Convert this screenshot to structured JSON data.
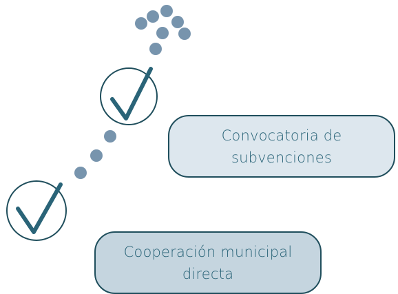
{
  "colors": {
    "dot": "#7794ad",
    "stroke": "#1f4e5c",
    "check": "#2a6478",
    "box_light": "#dde7ee",
    "box_dark": "#c5d5df",
    "text": "#2a6478"
  },
  "boxes": {
    "subvenciones": {
      "line1": "Convocatoria de",
      "line2": "subvenciones"
    },
    "cooperacion": {
      "line1": "Cooperación municipal",
      "line2": "directa"
    }
  }
}
